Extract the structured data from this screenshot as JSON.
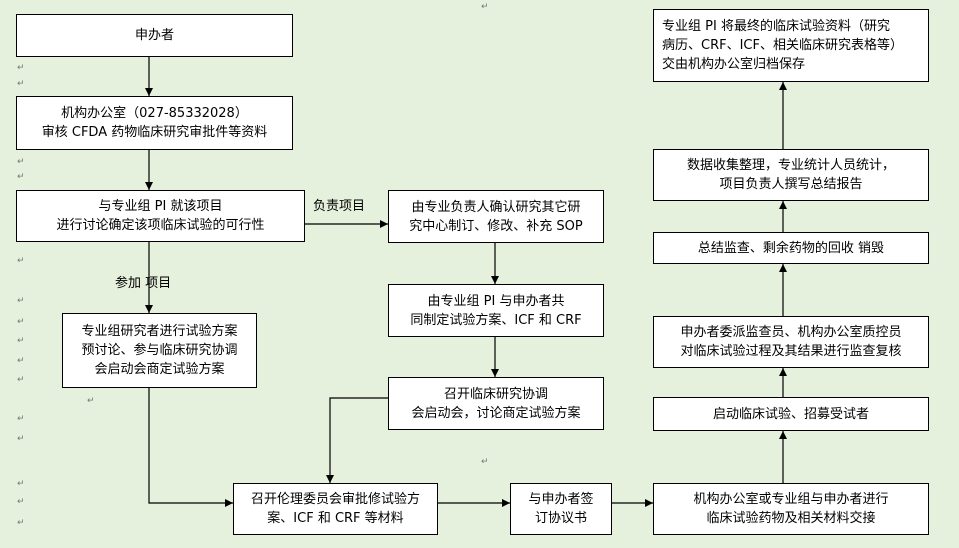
{
  "boxes": {
    "sponsor": {
      "lines": [
        "申办者"
      ]
    },
    "office_review": {
      "lines": [
        "机构办公室（027-85332028）",
        "审核 CFDA 药物临床研究审批件等资料"
      ]
    },
    "discuss_feasibility": {
      "lines": [
        "与专业组 PI 就该项目",
        "进行讨论确定该项临床试验的可行性"
      ]
    },
    "confirm_sop": {
      "lines": [
        "由专业负责人确认研究其它研",
        "究中心制订、修改、补充 SOP"
      ]
    },
    "cosign_protocol": {
      "lines": [
        "由专业组 PI 与申办者共",
        "同制定试验方案、ICF 和 CRF"
      ]
    },
    "coordination_meeting": {
      "lines": [
        "召开临床研究协调",
        "会启动会，讨论商定试验方案"
      ]
    },
    "protocol_prediscussion": {
      "lines": [
        "专业组研究者进行试验方案",
        "预讨论、参与临床研究协调",
        "会启动会商定试验方案"
      ]
    },
    "ethics_committee": {
      "lines": [
        "召开伦理委员会审批修试验方",
        "案、ICF 和 CRF 等材料"
      ]
    },
    "sign_agreement": {
      "lines": [
        "与申办者签",
        "订协议书"
      ]
    },
    "drug_handover": {
      "lines": [
        "机构办公室或专业组与申办者进行",
        "临床试验药物及相关材料交接"
      ]
    },
    "start_trial": {
      "lines": [
        "启动临床试验、招募受试者"
      ]
    },
    "monitoring": {
      "lines": [
        "申办者委派监查员、机构办公室质控员",
        "对临床试验过程及其结果进行监查复核"
      ]
    },
    "summary_monitoring": {
      "lines": [
        "总结监查、剩余药物的回收 销毁"
      ]
    },
    "data_collection": {
      "lines": [
        "数据收集整理，专业统计人员统计，",
        "项目负责人撰写总结报告"
      ]
    },
    "archive": {
      "lines": [
        "专业组 PI 将最终的临床试验资料（研究",
        "病历、CRF、ICF、相关临床研究表格等）",
        "交由机构办公室归档保存"
      ]
    }
  },
  "labels": {
    "responsible_project": "负责项目",
    "participate_project": "参加  项目"
  },
  "colors": {
    "background": "#e5f1dc",
    "box_fill": "#ffffff",
    "line": "#000000"
  }
}
